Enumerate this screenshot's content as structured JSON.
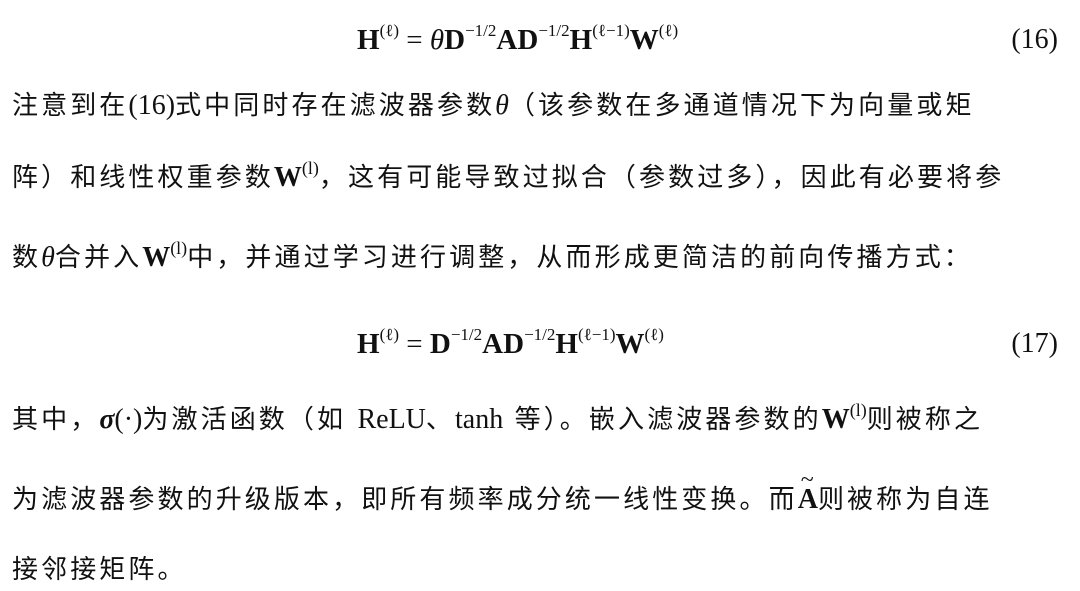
{
  "equation_16": {
    "H": "H",
    "H_sup": "(ℓ)",
    "equals": " = ",
    "theta": "θ",
    "D1": "D",
    "D1_sup": "−1/2",
    "A": "A",
    "D2": "D",
    "D2_sup": "−1/2",
    "H2": "H",
    "H2_sup": "(ℓ−1)",
    "W": "W",
    "W_sup": "(ℓ)",
    "number": "(16)"
  },
  "paragraph_1": {
    "line1_a": "注意到在",
    "line1_b": "(16)",
    "line1_c": "式中同时存在滤波器参数",
    "line1_theta": "θ",
    "line1_d": "（该参数在多通道情况下为向量或矩",
    "line2_a": "阵）和线性权重参数",
    "line2_W": "W",
    "line2_sup": "(l)",
    "line2_b": "，这有可能导致过拟合（参数过多），因此有必要将参",
    "line3_a": "数",
    "line3_theta": "θ",
    "line3_b": "合并入",
    "line3_W": "W",
    "line3_sup": "(l)",
    "line3_c": "中，并通过学习进行调整，从而形成更简洁的前向传播方式："
  },
  "equation_17": {
    "H": "H",
    "H_sup": "(ℓ)",
    "equals": " = ",
    "D1": "D",
    "D1_sup": "−1/2",
    "A": "A",
    "D2": "D",
    "D2_sup": "−1/2",
    "H2": "H",
    "H2_sup": "(ℓ−1)",
    "W": "W",
    "W_sup": "(ℓ)",
    "number": "(17)"
  },
  "paragraph_2": {
    "line1_a": "其中，",
    "line1_sigma": "σ",
    "line1_arg": "(·)",
    "line1_b": "为激活函数（如 ",
    "line1_relu": "ReLU",
    "line1_c": "、",
    "line1_tanh": "tanh",
    "line1_d": " 等）。嵌入滤波器参数的",
    "line1_W": "W",
    "line1_sup": "(l)",
    "line1_e": "则被称之",
    "line2_a": "为滤波器参数的升级版本，即所有频率成分统一线性变换。而",
    "line2_A": "A",
    "line2_b": "则被称为自连",
    "line3_a": "接邻接矩阵。"
  }
}
